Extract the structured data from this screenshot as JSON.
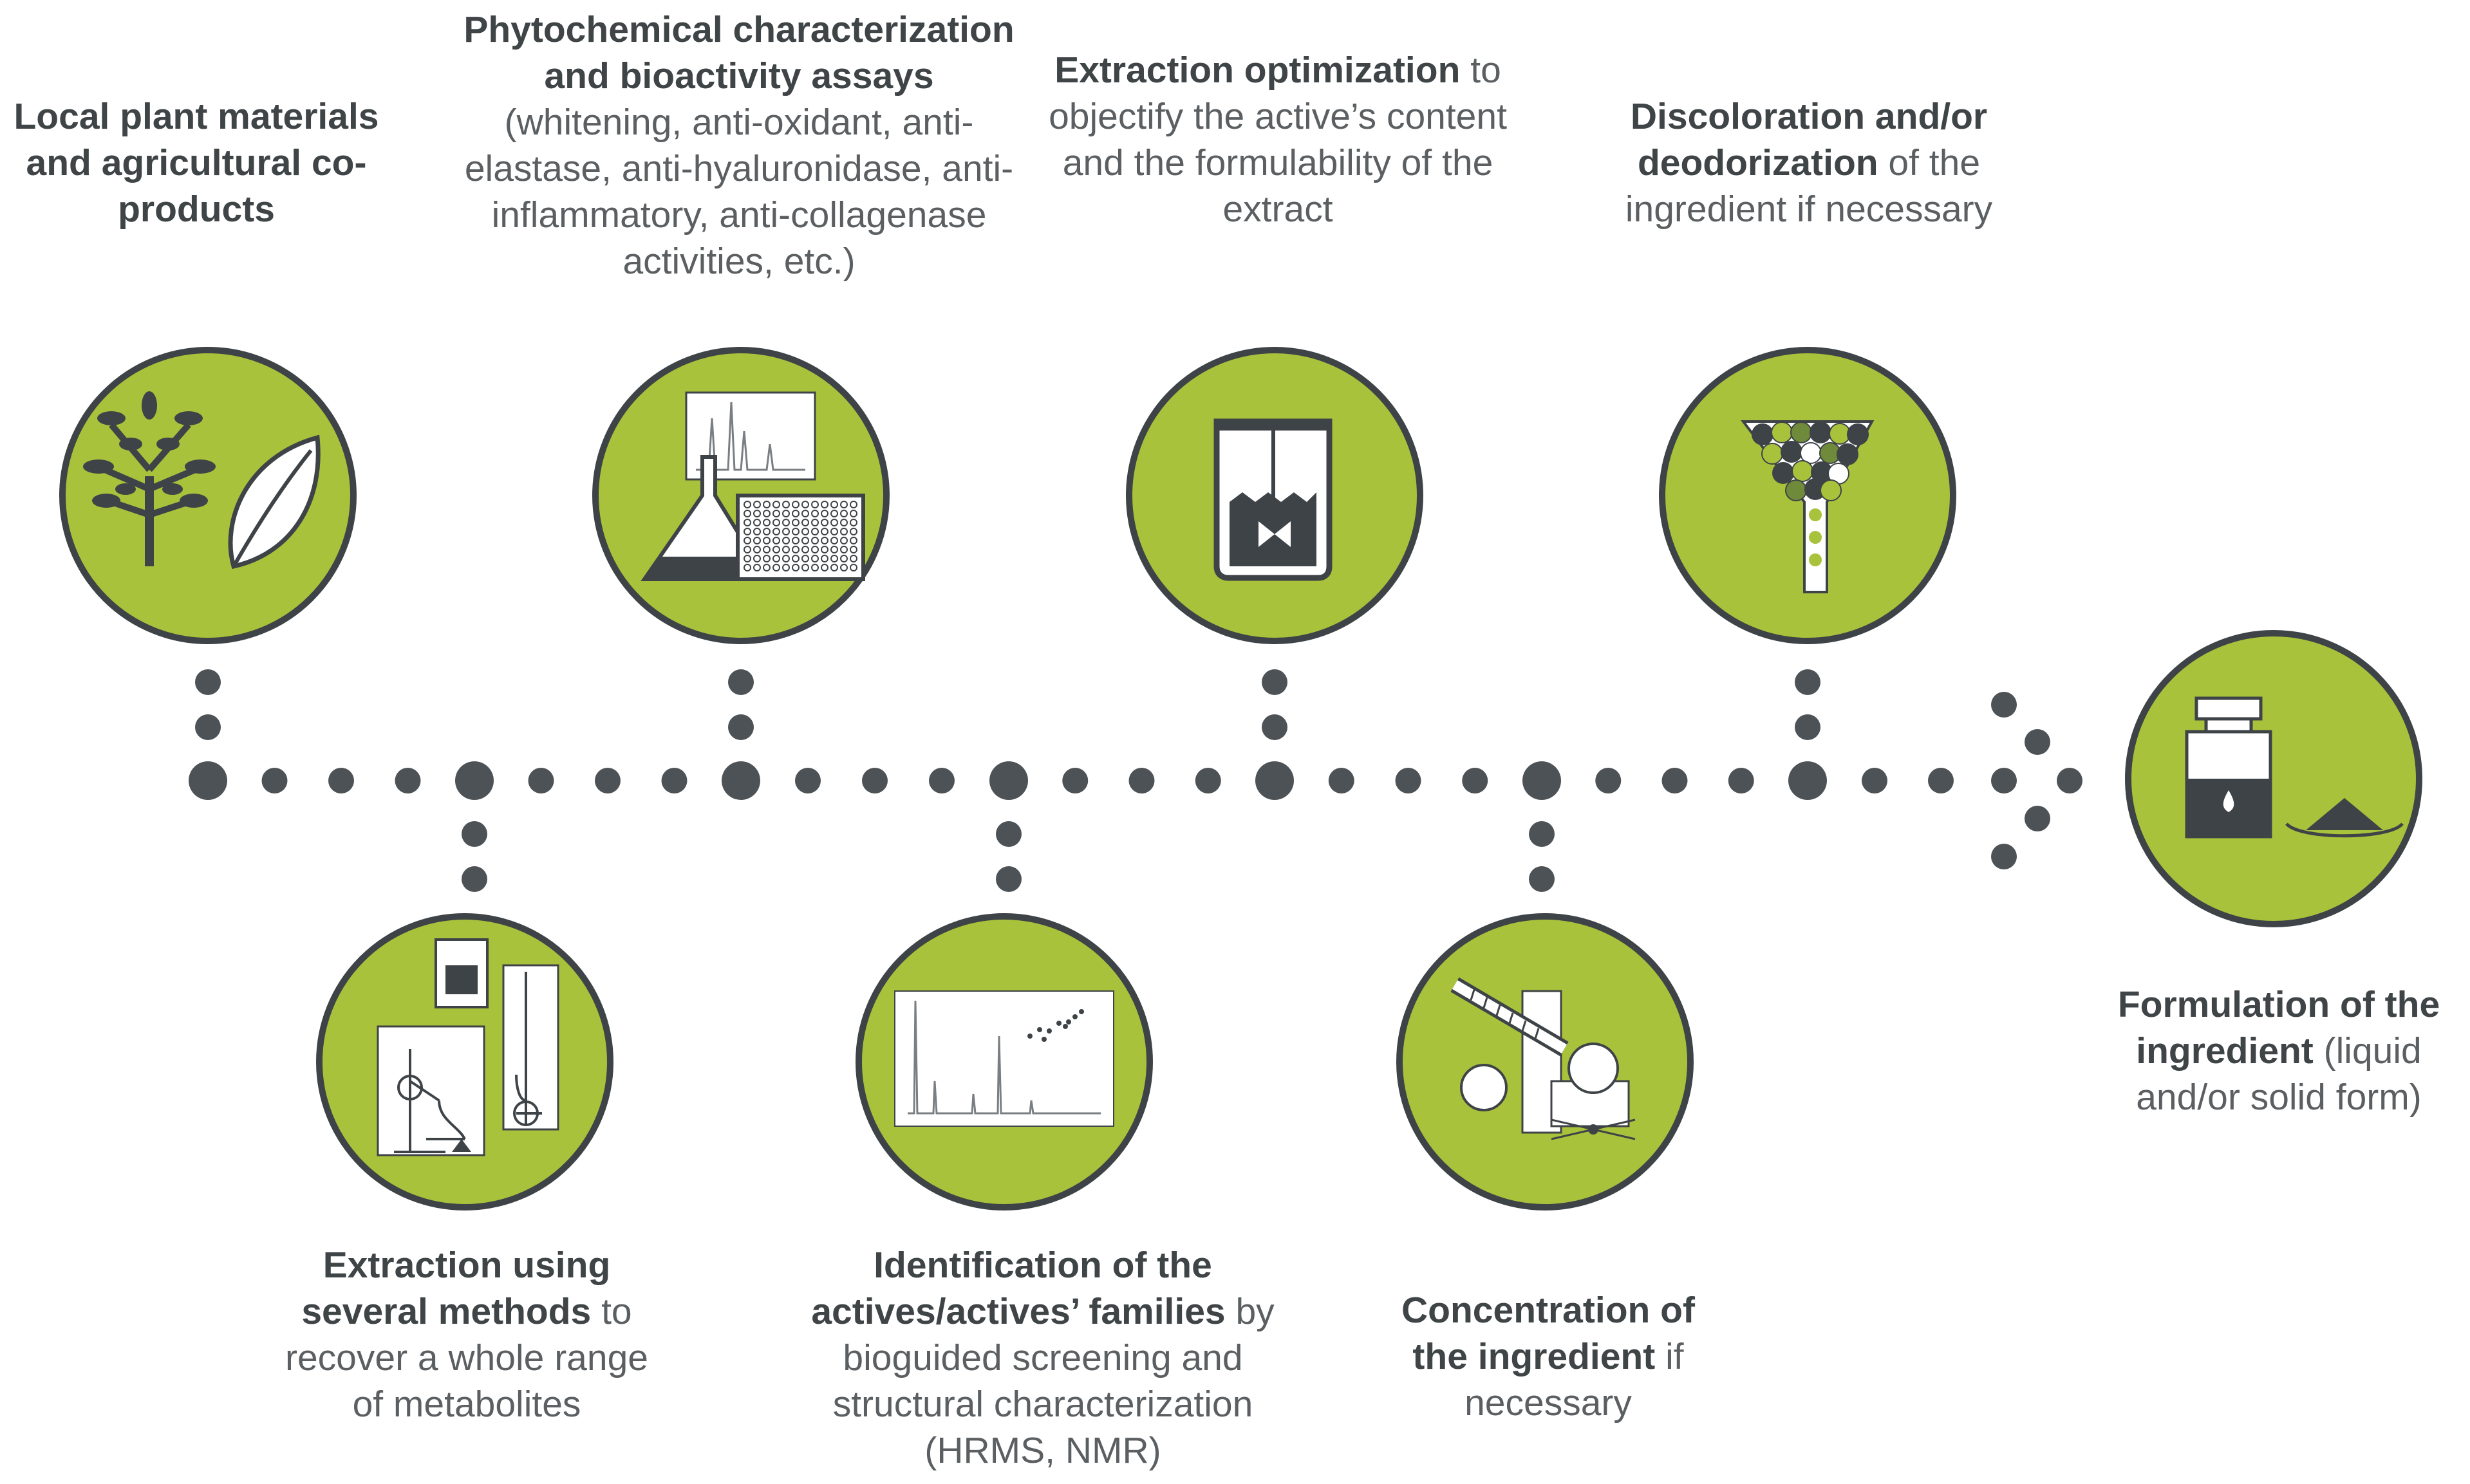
{
  "colors": {
    "accent_green": "#a9c23c",
    "ring_dark": "#3e4347",
    "dot_gray": "#4d5256",
    "text_gray": "#5b5f62",
    "text_bold": "#3f4447"
  },
  "steps": [
    {
      "id": "plant-materials",
      "bold": "Local plant materials and agricultural co-products",
      "rest": "",
      "icon": "tree-leaf-icon"
    },
    {
      "id": "extraction",
      "bold": "Extraction using several methods",
      "rest": " to recover a whole range of metabolites",
      "icon": "extraction-apparatus-icon"
    },
    {
      "id": "phytochemical",
      "bold": "Phytochemical characterization and bioactivity assays",
      "rest": "(whitening, anti-oxidant, anti-elastase, anti-hyaluronidase, anti-inflammatory, anti-collagenase activities, etc.)",
      "icon": "flask-spectrum-icon"
    },
    {
      "id": "identification",
      "bold": "Identification of the actives/actives’ families",
      "rest": " by bioguided screening and structural characterization (HRMS, NMR)",
      "icon": "spectrum-chart-icon"
    },
    {
      "id": "optimization",
      "bold": "Extraction optimization",
      "rest": " to objectify the active’s content and the formulability of the extract",
      "icon": "beaker-stirrer-icon"
    },
    {
      "id": "concentration",
      "bold": "Concentration of the ingredient",
      "rest": " if necessary",
      "icon": "rotary-evaporator-icon"
    },
    {
      "id": "discoloration",
      "bold": "Discoloration and/or deodorization",
      "rest": " of the ingredient if necessary",
      "icon": "filter-funnel-icon"
    },
    {
      "id": "formulation",
      "bold": "Formulation of the ingredient",
      "rest": " (liquid and/or solid form)",
      "icon": "bottle-powder-icon"
    }
  ]
}
